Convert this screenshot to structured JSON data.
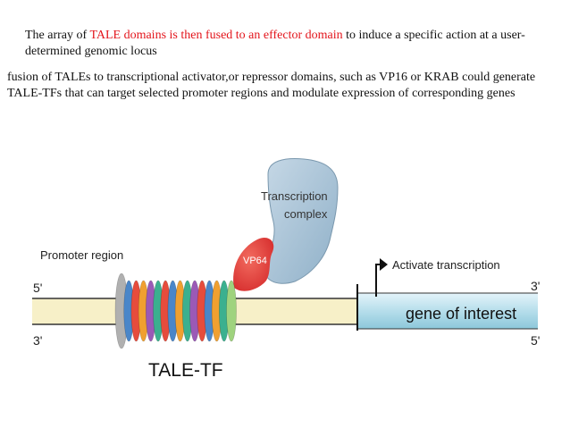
{
  "slide": {
    "line1": {
      "pre": "The array of ",
      "red1": "TALE domains is then  fused to an effector domain",
      "post": " to induce a specific action at a user- determined genomic locus"
    },
    "paragraph2": "fusion of TALEs to transcriptional activator,or repressor domains, such as VP16 or KRAB could generate TALE-TFs that can target selected promoter regions and modulate expression of corresponding genes"
  },
  "diagram": {
    "promoter_label": "Promoter region",
    "five_prime_top": "5'",
    "three_prime_bottom": "3'",
    "three_prime_right": "3'",
    "five_prime_right": "5'",
    "tale_tf_label": "TALE-TF",
    "vp64_label": "VP64",
    "complex_line1": "Transcription",
    "complex_line2": "complex",
    "activate_label": "Activate transcription",
    "gene_label": "gene of interest",
    "colors": {
      "dna_fill": "#f7f0c8",
      "gene_fill": "#b9e0ec",
      "vp64": "#e53c3c",
      "complex": "#a9c4d6",
      "domains": [
        "#b0b0b0",
        "#4a86c9",
        "#e64c3c",
        "#f0a030",
        "#9b59b6",
        "#3bb08f",
        "#e64c3c",
        "#4a86c9",
        "#f0a030",
        "#3bb08f",
        "#9b59b6",
        "#e64c3c",
        "#4a86c9",
        "#f0a030",
        "#3bb08f",
        "#9fd37e"
      ]
    }
  }
}
